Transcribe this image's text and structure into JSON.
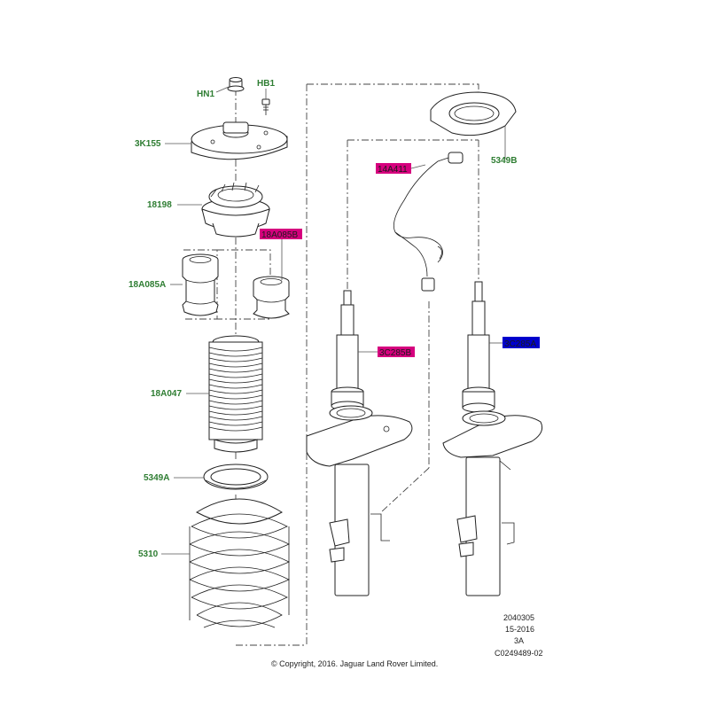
{
  "labels": {
    "hn1": "HN1",
    "hb1": "HB1",
    "k3k155": "3K155",
    "p18198": "18198",
    "p18a085b": "18A085B",
    "p18a085a": "18A085A",
    "p18a047": "18A047",
    "p5349a": "5349A",
    "p5310": "5310",
    "p5349b": "5349B",
    "p14a411": "14A411",
    "p3c285b": "3C285B",
    "p3c285a": "3C285A"
  },
  "highlight_colors": {
    "magenta_fill": "#d6007e",
    "blue_fill": "#0000cc",
    "label_green": "#2e7d32"
  },
  "reference": {
    "line1": "2040305",
    "line2": "15-2016",
    "line3": "3A",
    "line4": "C0249489-02"
  },
  "copyright": "© Copyright, 2016. Jaguar Land Rover Limited."
}
